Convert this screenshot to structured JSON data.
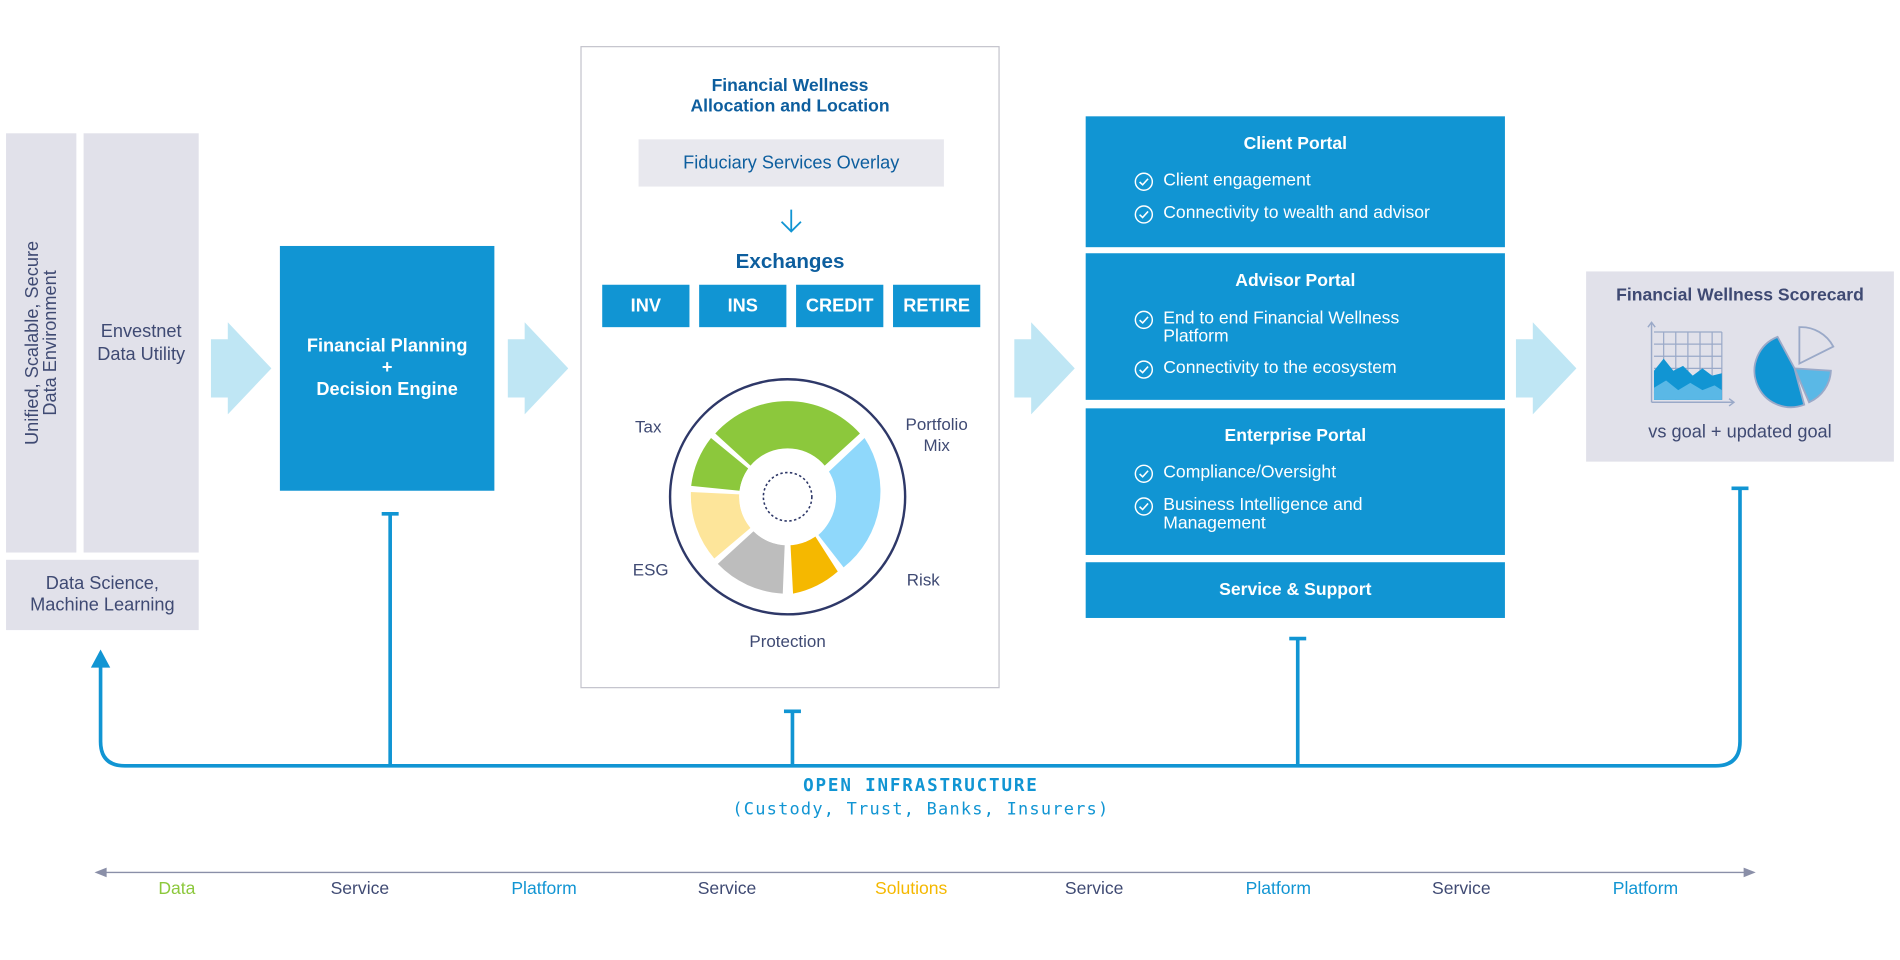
{
  "left_stack": {
    "vertical_label": "Unified, Scalable, Secure\nData Environment",
    "utility_label": "Envestnet\nData Utility",
    "data_science_label": "Data Science,\nMachine Learning"
  },
  "planning_box": {
    "label": "Financial Planning\n+\nDecision Engine"
  },
  "wellness_card": {
    "title": "Financial Wellness\nAllocation and Location",
    "overlay": "Fiduciary Services Overlay",
    "exchanges_title": "Exchanges",
    "exchanges": [
      "INV",
      "INS",
      "CREDIT",
      "RETIRE"
    ],
    "wheel_labels": {
      "tax": "Tax",
      "portfolio_mix": "Portfolio\nMix",
      "risk": "Risk",
      "protection": "Protection",
      "esg": "ESG"
    }
  },
  "portals": [
    {
      "title": "Client Portal",
      "items": [
        "Client engagement",
        "Connectivity to wealth and advisor"
      ]
    },
    {
      "title": "Advisor Portal",
      "items": [
        "End to end Financial Wellness\nPlatform",
        "Connectivity to the ecosystem"
      ]
    },
    {
      "title": "Enterprise Portal",
      "items": [
        "Compliance/Oversight",
        "Business Intelligence and\nManagement"
      ]
    }
  ],
  "service_support": "Service & Support",
  "scorecard": {
    "title": "Financial Wellness Scorecard",
    "caption": "vs goal + updated goal"
  },
  "infrastructure": {
    "title": "OPEN INFRASTRUCTURE",
    "subtitle": "(Custody, Trust, Banks, Insurers)"
  },
  "bottom_labels": [
    {
      "text": "Data",
      "color": "#8cc83c"
    },
    {
      "text": "Service",
      "color": "#3f4a73"
    },
    {
      "text": "Platform",
      "color": "#1195d3"
    },
    {
      "text": "Service",
      "color": "#3f4a73"
    },
    {
      "text": "Solutions",
      "color": "#f5b800"
    },
    {
      "text": "Service",
      "color": "#3f4a73"
    },
    {
      "text": "Platform",
      "color": "#1195d3"
    },
    {
      "text": "Service",
      "color": "#3f4a73"
    },
    {
      "text": "Platform",
      "color": "#1195d3"
    }
  ],
  "colors": {
    "primary_blue": "#1195d3",
    "light_blue_arrow": "#bfe6f4",
    "navy_text": "#3f4a73",
    "gray_panel": "#e1e1ea",
    "green": "#8cc83c",
    "light_yellow": "#fde59a",
    "gray_segment": "#bdbdbd",
    "orange": "#f5b800",
    "sky_blue": "#8fd8fb"
  }
}
